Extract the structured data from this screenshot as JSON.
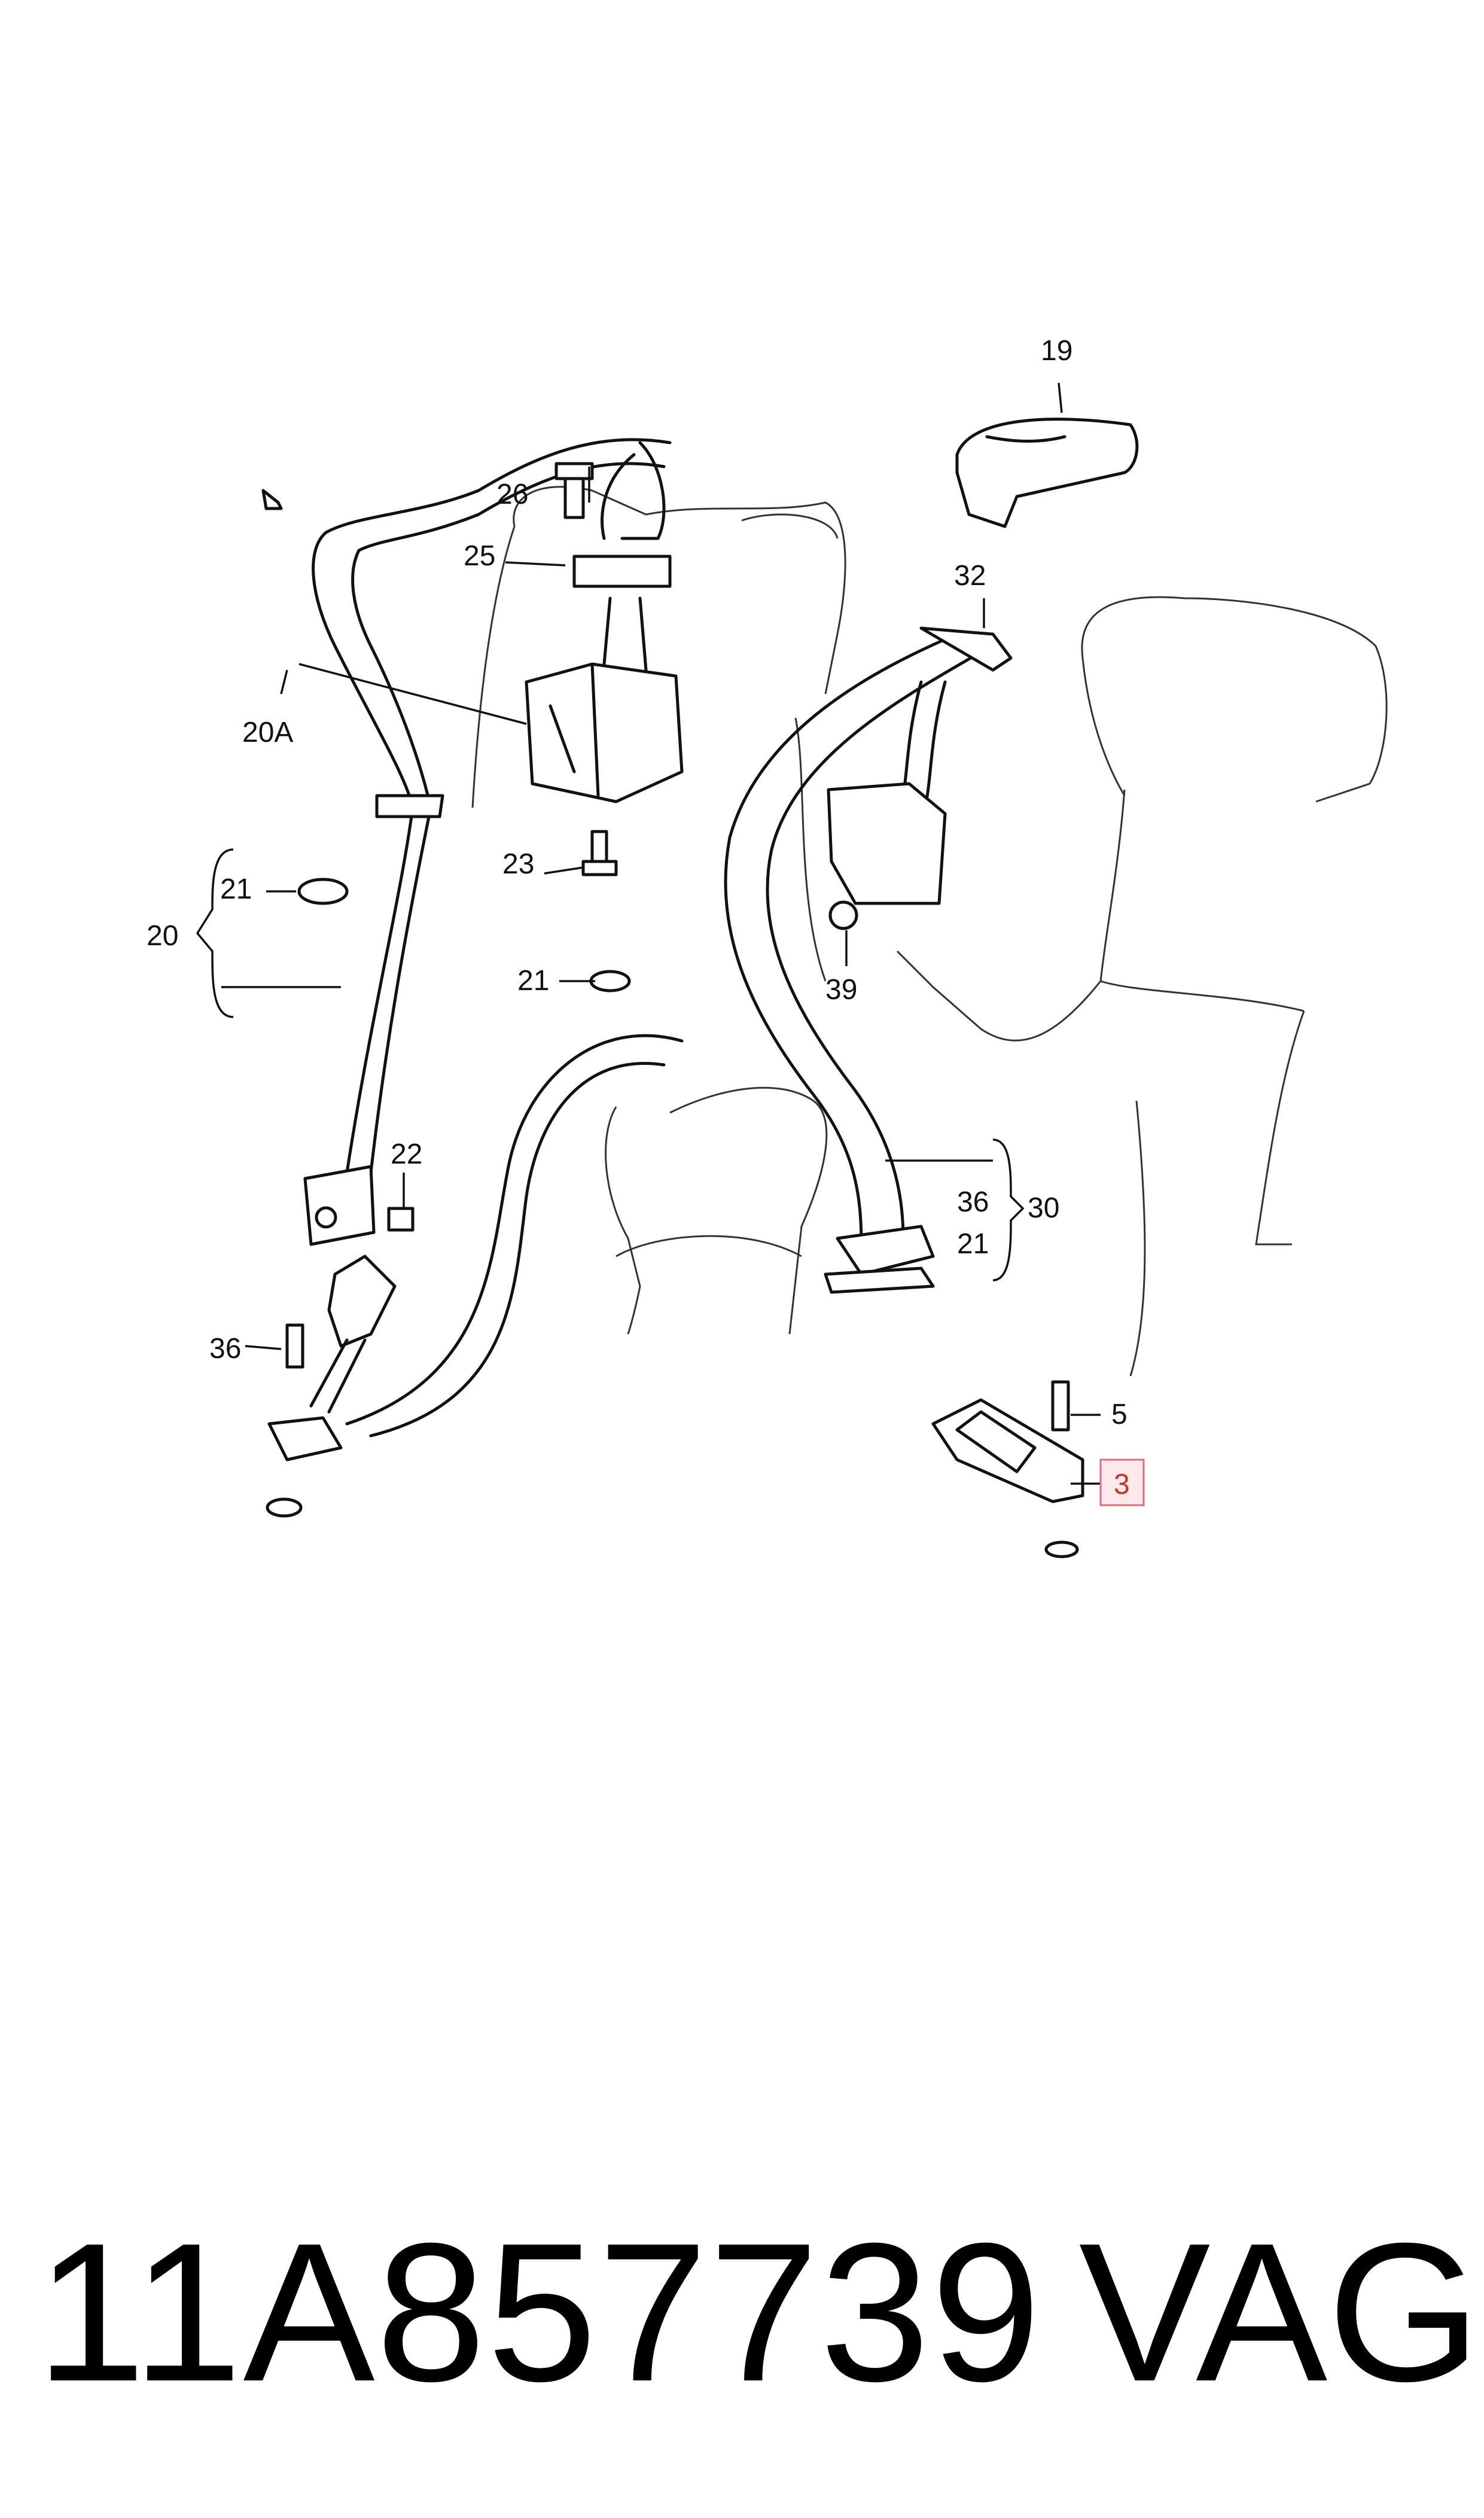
{
  "diagram": {
    "callouts": {
      "c19": "19",
      "c26": "26",
      "c25": "25",
      "c32": "32",
      "c20A": "20A",
      "c23": "23",
      "c21a": "21",
      "c20": "20",
      "c21b": "21",
      "c39": "39",
      "c22": "22",
      "c36a": "36",
      "c30": "30",
      "c21c": "21",
      "c36b": "36",
      "c5": "5",
      "c3": "3"
    },
    "highlighted_callout": "3",
    "highlight_color": "#e06a7d"
  },
  "footer": {
    "part_number": "11A857739",
    "brand": "VAG"
  }
}
